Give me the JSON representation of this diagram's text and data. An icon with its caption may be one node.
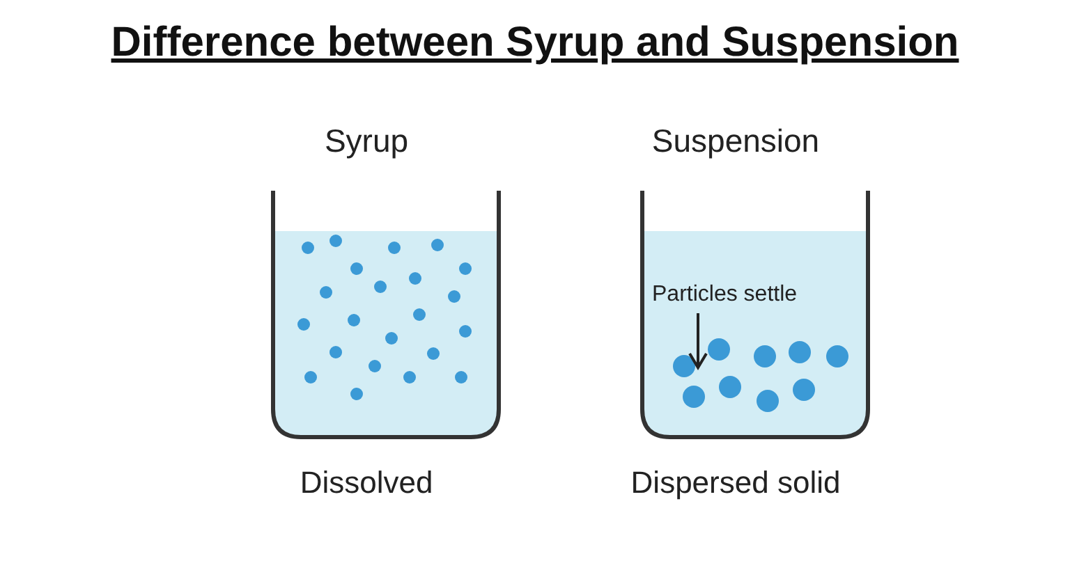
{
  "diagram": {
    "title": "Difference between Syrup and Suspension",
    "nodes": [
      {
        "text": [
          "Syrup"
        ],
        "beside": [
          "Dissolved"
        ]
      },
      {
        "text": [
          "Suspension"
        ],
        "beside": [
          "Dispersed solid"
        ]
      }
    ],
    "labels": [
      "Particles settle"
    ]
  }
}
